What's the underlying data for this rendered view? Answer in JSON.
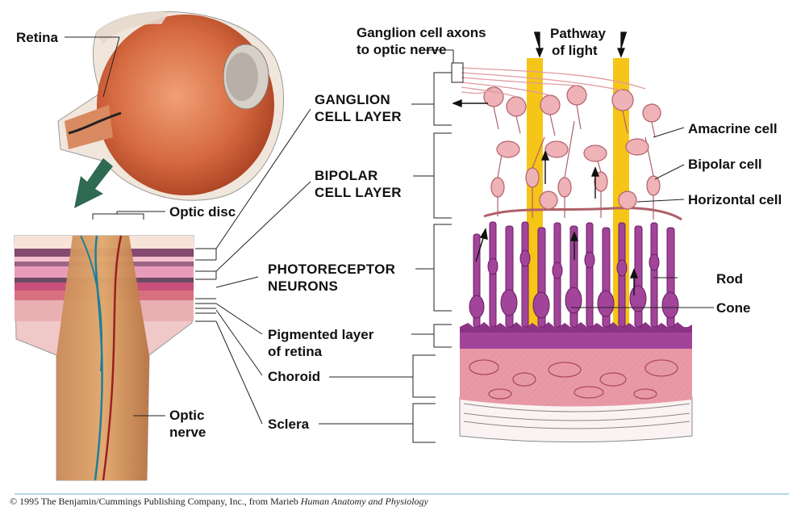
{
  "labels": {
    "retina": "Retina",
    "optic_disc": "Optic disc",
    "optic_nerve_1": "Optic",
    "optic_nerve_2": "nerve",
    "ganglion_axons_1": "Ganglion cell axons",
    "ganglion_axons_2": "to optic nerve",
    "pathway_1": "Pathway",
    "pathway_2": "of light",
    "ganglion_layer_1": "GANGLION",
    "ganglion_layer_2": "CELL LAYER",
    "bipolar_layer_1": "BIPOLAR",
    "bipolar_layer_2": "CELL LAYER",
    "photoreceptor_1": "PHOTORECEPTOR",
    "photoreceptor_2": "NEURONS",
    "pigmented_1": "Pigmented layer",
    "pigmented_2": "of retina",
    "choroid": "Choroid",
    "sclera": "Sclera",
    "amacrine": "Amacrine cell",
    "bipolar_cell": "Bipolar cell",
    "horizontal": "Horizontal cell",
    "rod": "Rod",
    "cone": "Cone"
  },
  "credit": {
    "text": "© 1995 The Benjamin/Cummings Publishing Company, Inc., from Marieb",
    "book": "Human Anatomy and Physiology"
  },
  "colors": {
    "light_beam": "#f5c518",
    "photoreceptor": "#a2449a",
    "neuron_pink": "#efb2b6",
    "choroid": "#e79aa6",
    "eye": "#d9663a"
  }
}
